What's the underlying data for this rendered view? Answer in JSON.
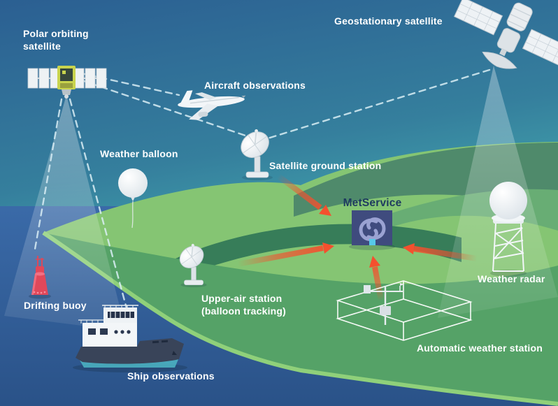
{
  "diagram": {
    "subject": "Weather observation sources feeding MetService",
    "labels": {
      "polar_orbiting_satellite": "Polar orbiting satellite",
      "geostationary_satellite": "Geostationary satellite",
      "aircraft_observations": "Aircraft observations",
      "weather_balloon": "Weather balloon",
      "satellite_ground_station": "Satellite ground station",
      "metservice": "MetService",
      "weather_radar": "Weather radar",
      "drifting_buoy": "Drifting buoy",
      "upper_air_station": "Upper-air station (balloon tracking)",
      "automatic_weather_station": "Automatic weather station",
      "ship_observations": "Ship observations"
    },
    "dashed_links": [
      {
        "from": "Polar orbiting satellite",
        "to": "Aircraft observations"
      },
      {
        "from": "Polar orbiting satellite",
        "to": "Satellite ground station"
      },
      {
        "from": "Polar orbiting satellite",
        "to": "Drifting buoy"
      },
      {
        "from": "Polar orbiting satellite",
        "to": "Ship observations"
      },
      {
        "from": "Geostationary satellite",
        "to": "Satellite ground station"
      }
    ],
    "arrow_feeds_to_metservice": [
      "Satellite ground station",
      "Upper-air station (balloon tracking)",
      "Weather radar",
      "Automatic weather station"
    ]
  },
  "colors": {
    "sky_top": "#2b5f92",
    "sky_teal": "#46aeb0",
    "ocean": "#30609a",
    "hill_light": "#85c573",
    "hill_mid": "#55a267",
    "hill_dark_sage": "#4f8a6b",
    "hill_dark_green": "#2f7457",
    "shore_rim": "#8fd07a",
    "arrow_orange": "#f4502e",
    "building_navy": "#3f4b7e",
    "logo_swirl": "#9aa2d2",
    "door_cyan": "#57c8e8",
    "buoy_red": "#e0485a",
    "dashed_line": "#d9eef5",
    "label_white": "#ffffff",
    "metservice_label": "#1e3a5f"
  }
}
